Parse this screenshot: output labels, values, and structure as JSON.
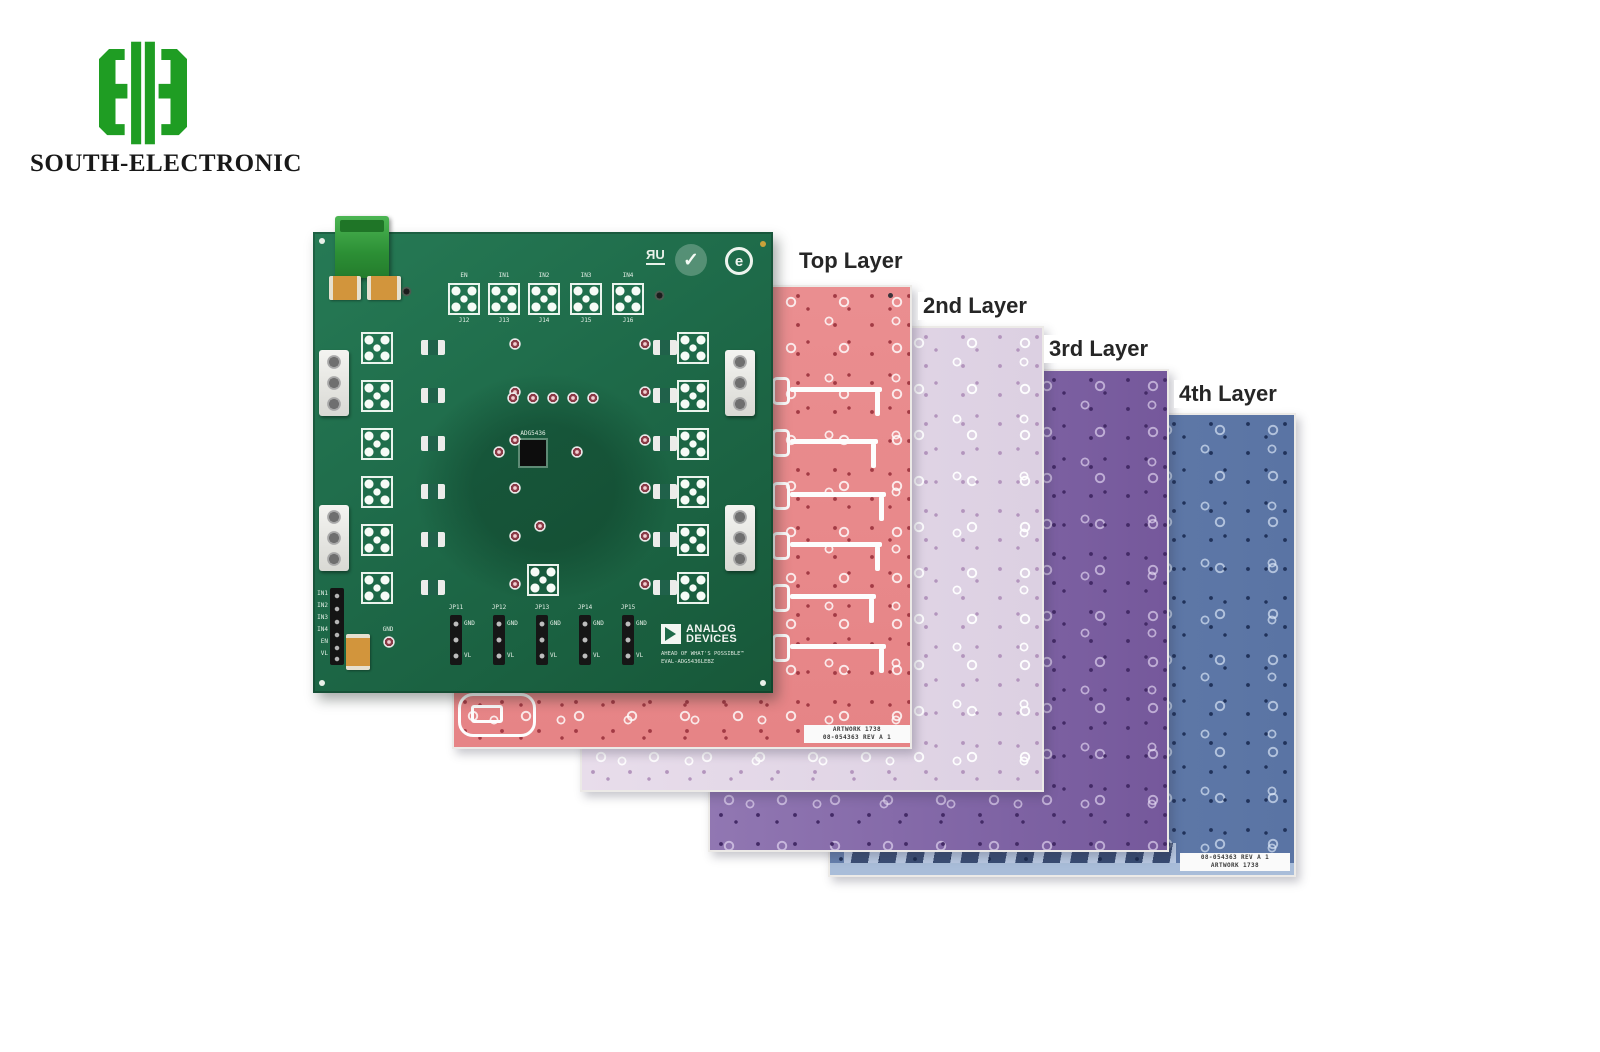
{
  "brand": {
    "name": "SOUTH-ELECTRONIC",
    "logo_green": "#1f9d23"
  },
  "layers": {
    "top": {
      "label": "Top Layer",
      "color": "#e8898c"
    },
    "second": {
      "label": "2nd Layer",
      "color": "#e0d4e4"
    },
    "third": {
      "label": "3rd Layer",
      "color": "#8468a8"
    },
    "fourth": {
      "label": "4th Layer",
      "color": "#5f79a8"
    }
  },
  "pcb": {
    "board_color": "#1e6a49",
    "top_row_labels": [
      "EN",
      "IN1",
      "IN2",
      "IN3",
      "IN4"
    ],
    "top_row_refs": [
      "J12",
      "J13",
      "J14",
      "J15",
      "J16"
    ],
    "left_header_labels": [
      "IN1",
      "IN2",
      "IN3",
      "IN4",
      "EN",
      "VL"
    ],
    "jumper_names": [
      "JP11",
      "JP12",
      "JP13",
      "JP14",
      "JP15"
    ],
    "jumper_pin_top": "GND",
    "jumper_pin_bottom": "VL",
    "ic_label": "ADG5436",
    "gnd_label": "GND",
    "adi": {
      "name_line1": "ANALOG",
      "name_line2": "DEVICES",
      "tagline": "AHEAD OF WHAT'S POSSIBLE™",
      "part_number": "EVAL-ADG5436LEBZ"
    },
    "cert": {
      "ul": "ЯU",
      "check": "✓",
      "rohs": "e"
    }
  },
  "markings": {
    "artwork_line1": "ARTWORK 1738",
    "artwork_line2": "08-054363 REV A 1",
    "bottom_line1": "08-054363 REV A 1",
    "bottom_line2": "ARTWORK 1738"
  }
}
